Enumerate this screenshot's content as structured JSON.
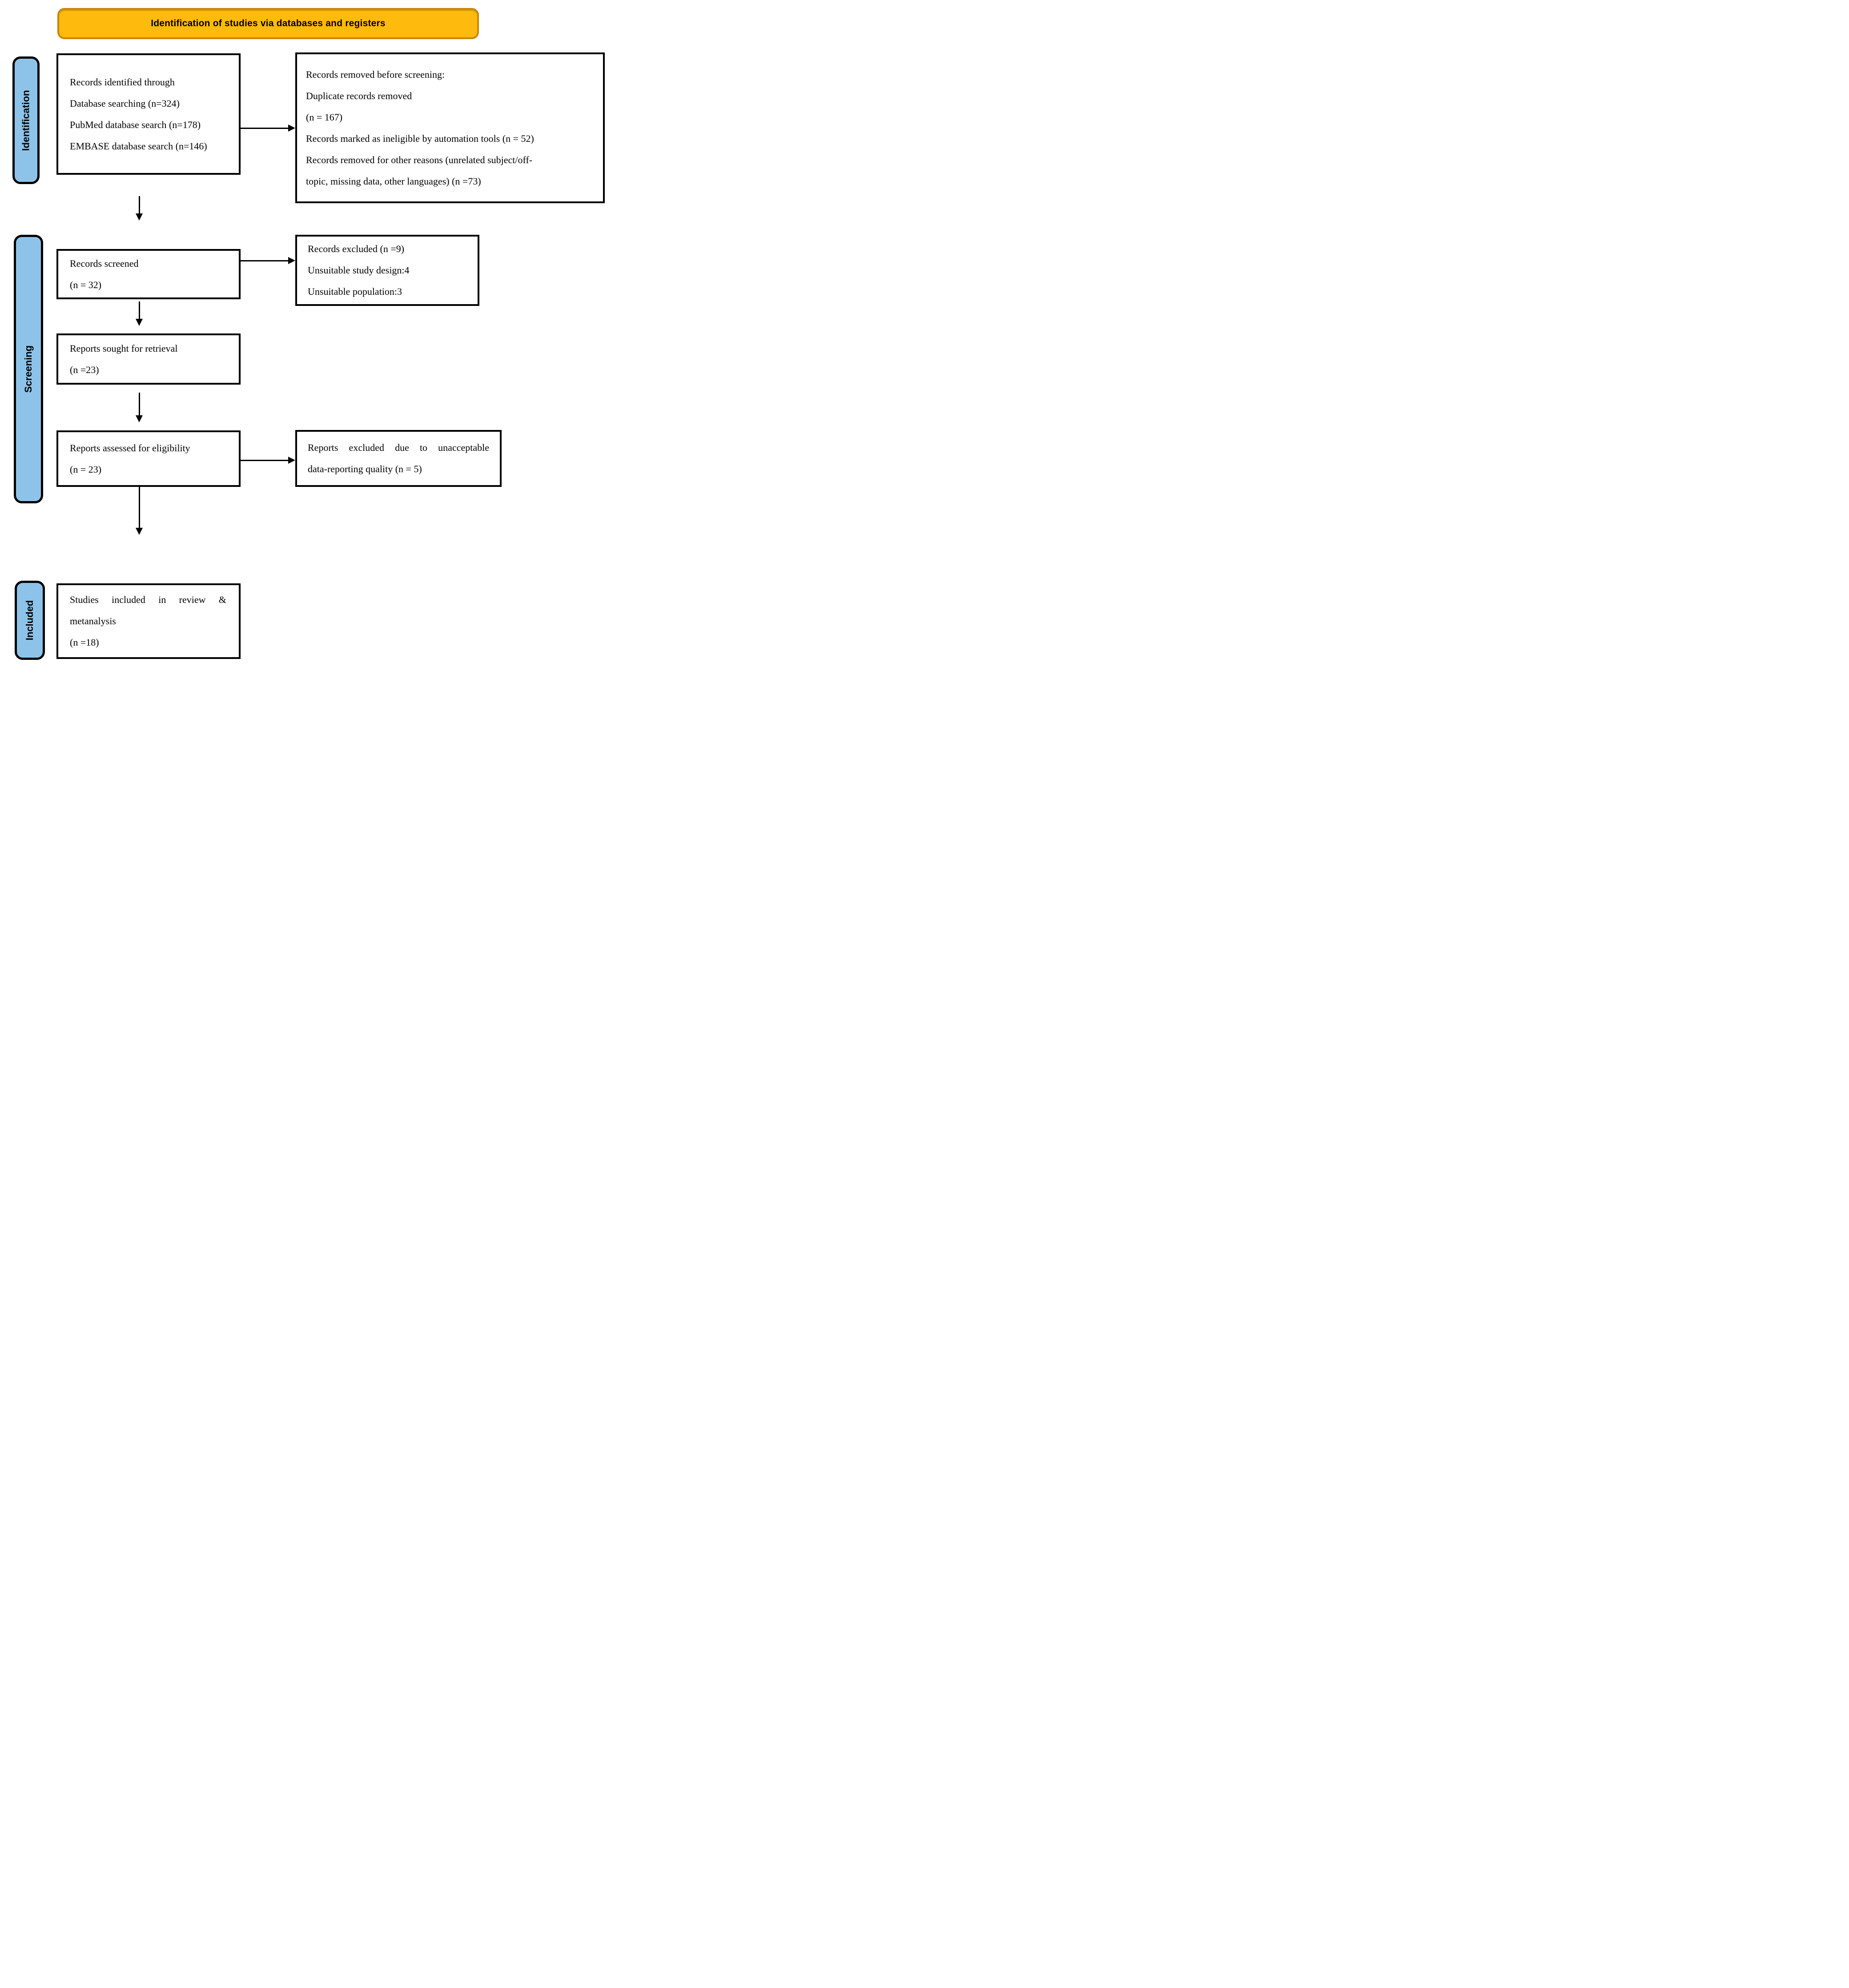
{
  "title_banner": {
    "text": "Identification of studies via databases and registers"
  },
  "stage_labels": {
    "identification": "Identification",
    "screening": "Screening",
    "included": "Included"
  },
  "boxes": {
    "records_identified": {
      "lines": [
        "Records identified through",
        "Database searching (n=324)",
        "PubMed database search (n=178)",
        "EMBASE database search (n=146)"
      ]
    },
    "records_removed": {
      "lines": [
        "Records removed before screening:",
        "Duplicate records removed",
        "(n = 167)",
        "Records marked as ineligible by automation tools (n = 52)",
        "Records removed for other reasons (unrelated subject/off-",
        "topic, missing data, other languages) (n =73)"
      ]
    },
    "records_screened": {
      "lines": [
        "Records screened",
        "(n = 32)"
      ]
    },
    "records_excluded": {
      "lines": [
        "Records excluded (n =9)",
        "Unsuitable study design:4",
        "Unsuitable population:3"
      ]
    },
    "reports_sought": {
      "lines": [
        "Reports sought for retrieval",
        "(n =23)"
      ]
    },
    "reports_assessed": {
      "lines": [
        "Reports assessed for eligibility",
        "(n = 23)"
      ]
    },
    "reports_excluded": {
      "lines": [
        "Reports excluded due to unacceptable",
        "data-reporting quality (n = 5)"
      ]
    },
    "studies_included": {
      "lines": [
        "Studies included in review &",
        "metanalysis",
        "(n =18)"
      ]
    }
  },
  "colors": {
    "banner_fill": "#FFBA0E",
    "banner_border": "#C8860B",
    "stage_bar_fill": "#8DC3E8",
    "stage_bar_border": "#000000",
    "box_border": "#000000",
    "arrow": "#000000",
    "text": "#000000"
  }
}
